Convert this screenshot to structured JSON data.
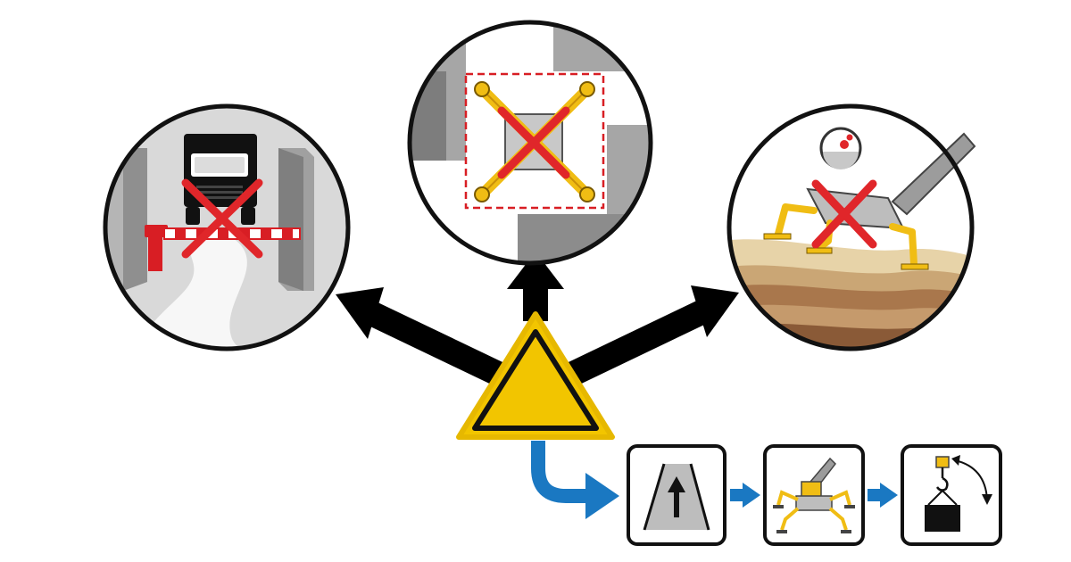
{
  "colors": {
    "background": "#ffffff",
    "outline": "#111111",
    "arrow": "#000000",
    "warning_yellow": "#f2c500",
    "flow_blue": "#1a78c2",
    "forbidden_red": "#e0262a",
    "outrigger_yellow": "#f0bd14",
    "wall_gray": "#9c9c9c",
    "ground_layers": [
      "#e7d3a8",
      "#caa675",
      "#a9774c",
      "#c59a6c",
      "#8a5a37"
    ]
  },
  "panels": [
    {
      "id": "narrow-access",
      "icons": [
        "truck-icon",
        "barrier-gate-icon",
        "wall-icon",
        "winding-road-icon",
        "forbidden-x-icon"
      ]
    },
    {
      "id": "restricted-outrigger-area",
      "icons": [
        "outrigger-base-icon",
        "dashed-boundary-icon",
        "forbidden-x-icon"
      ]
    },
    {
      "id": "unstable-ground",
      "icons": [
        "tilting-crane-icon",
        "level-indicator-icon",
        "soil-layers-icon",
        "forbidden-x-icon"
      ]
    }
  ],
  "center_sign": {
    "icon": "warning-triangle-icon"
  },
  "procedure_steps": [
    {
      "order": 1,
      "icon": "road-arrow-icon"
    },
    {
      "order": 2,
      "icon": "crane-outriggers-icon"
    },
    {
      "order": 3,
      "icon": "hook-load-icon"
    }
  ]
}
